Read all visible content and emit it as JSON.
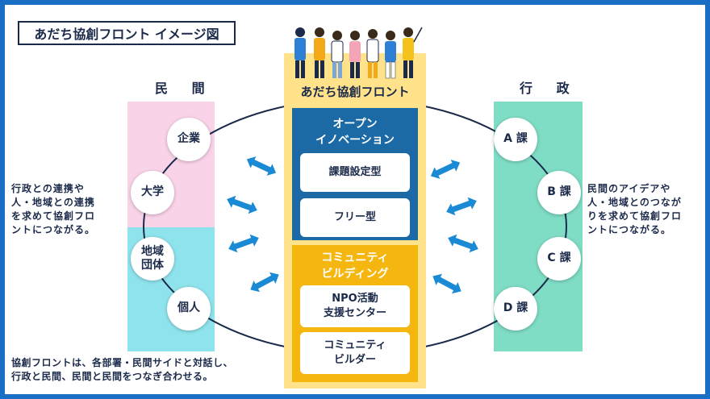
{
  "title": "あだち協創フロント イメージ図",
  "private_sector": {
    "heading": "民 間",
    "nodes": [
      "企業",
      "大学",
      "地域\n団体",
      "個人"
    ]
  },
  "government": {
    "heading": "行 政",
    "nodes": [
      "A 課",
      "B 課",
      "C 課",
      "D 課"
    ]
  },
  "center": {
    "heading": "あだち協創フロント",
    "open_innovation": {
      "title_line1": "オープン",
      "title_line2": "イノベーション",
      "items": [
        "課題設定型",
        "フリー型"
      ]
    },
    "community_building": {
      "title_line1": "コミュニティ",
      "title_line2": "ビルディング",
      "items": [
        [
          "NPO活動",
          "支援センター"
        ],
        [
          "コミュニティ",
          "ビルダー"
        ]
      ]
    }
  },
  "left_description": [
    "行政との連携や",
    "人・地域との連携",
    "を求めて協創フロ",
    "ントにつながる。"
  ],
  "right_description": [
    "民間のアイデアや",
    "人・地域とのつなが",
    "りを求めて協創フロ",
    "ントにつながる。"
  ],
  "bottom_description": [
    "協創フロントは、各部署・民間サイドと対話し、",
    "行政と民間、民間と民間をつなぎ合わせる。"
  ],
  "colors": {
    "frame": "#1a6fc4",
    "pink": "#f9d3e8",
    "cyan": "#8fe3ec",
    "mint": "#7fdcc5",
    "center_yellow": "#ffe28a",
    "open_blue": "#1b6aa6",
    "community_orange": "#f5b70f",
    "arrow": "#1a8ad4",
    "text": "#1b2a4a"
  },
  "icons": [
    "people-illustration",
    "double-arrow-icon"
  ]
}
